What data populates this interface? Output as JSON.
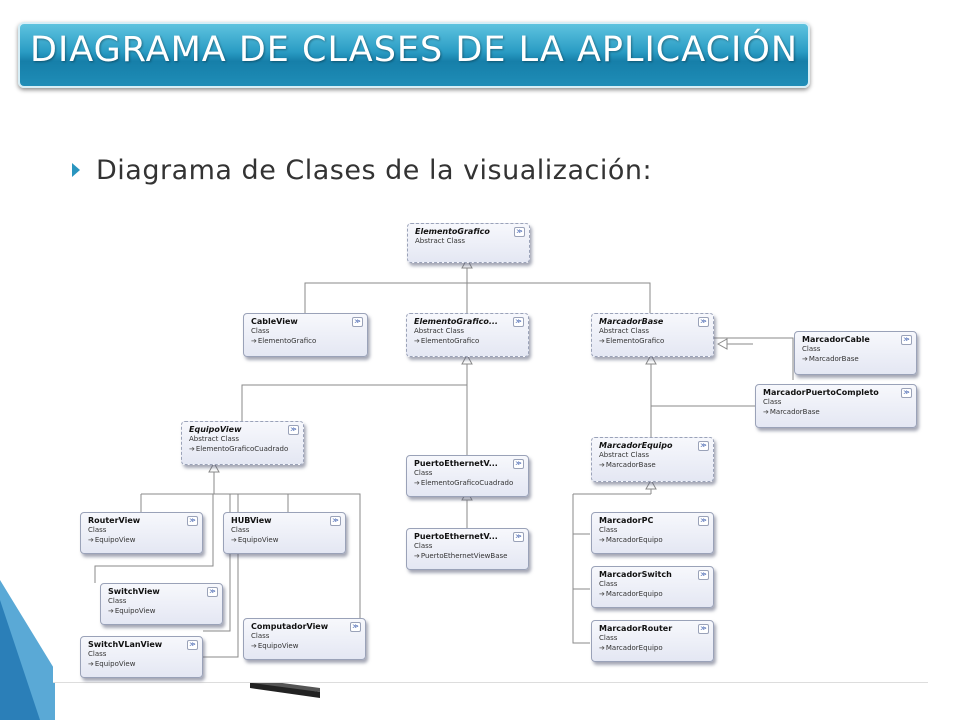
{
  "slide": {
    "title": "DIAGRAMA DE CLASES DE LA APLICACIÓN",
    "bullet": "Diagrama de Clases de la visualización:"
  },
  "colors": {
    "title_bg": "#1f8db7",
    "bullet": "#2a95bf"
  },
  "icons": {
    "bullet": "triangle-bullet-icon",
    "expand": "chevron-down-icon",
    "inherit": "arrow-right-icon"
  },
  "classes": {
    "elementografico": {
      "name": "ElementoGrafico",
      "type": "Abstract Class",
      "base": ""
    },
    "cableview": {
      "name": "CableView",
      "type": "Class",
      "base": "ElementoGrafico"
    },
    "elementograficocuadrado": {
      "name": "ElementoGrafico...",
      "type": "Abstract Class",
      "base": "ElementoGrafico"
    },
    "marcadorbase": {
      "name": "MarcadorBase",
      "type": "Abstract Class",
      "base": "ElementoGrafico"
    },
    "marcadorcable": {
      "name": "MarcadorCable",
      "type": "Class",
      "base": "MarcadorBase"
    },
    "marcadorpuertocompleto": {
      "name": "MarcadorPuertoCompleto",
      "type": "Class",
      "base": "MarcadorBase"
    },
    "equipoview": {
      "name": "EquipoView",
      "type": "Abstract Class",
      "base": "ElementoGraficoCuadrado"
    },
    "puertoethernetviewbase": {
      "name": "PuertoEthernetV...",
      "type": "Class",
      "base": "ElementoGraficoCuadrado"
    },
    "marcadorequipo": {
      "name": "MarcadorEquipo",
      "type": "Abstract Class",
      "base": "MarcadorBase"
    },
    "routerview": {
      "name": "RouterView",
      "type": "Class",
      "base": "EquipoView"
    },
    "hubview": {
      "name": "HUBView",
      "type": "Class",
      "base": "EquipoView"
    },
    "puertoethernetview": {
      "name": "PuertoEthernetV...",
      "type": "Class",
      "base": "PuertoEthernetViewBase"
    },
    "marcadorpc": {
      "name": "MarcadorPC",
      "type": "Class",
      "base": "MarcadorEquipo"
    },
    "switchview": {
      "name": "SwitchView",
      "type": "Class",
      "base": "EquipoView"
    },
    "marcadorswitch": {
      "name": "MarcadorSwitch",
      "type": "Class",
      "base": "MarcadorEquipo"
    },
    "computadorview": {
      "name": "ComputadorView",
      "type": "Class",
      "base": "EquipoView"
    },
    "switchvlanview": {
      "name": "SwitchVLanView",
      "type": "Class",
      "base": "EquipoView"
    },
    "marcadorrouter": {
      "name": "MarcadorRouter",
      "type": "Class",
      "base": "MarcadorEquipo"
    }
  }
}
